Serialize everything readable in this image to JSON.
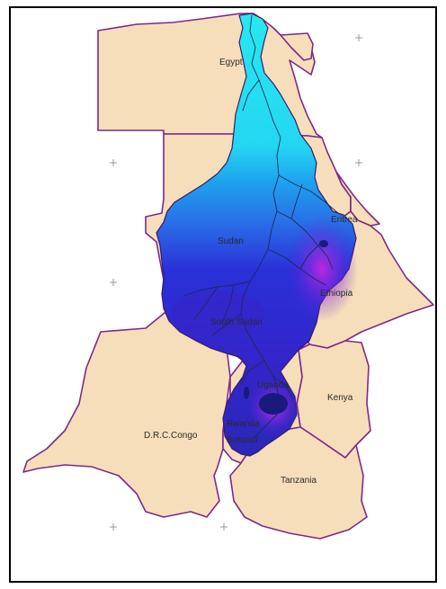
{
  "map": {
    "countries": [
      {
        "id": "egypt",
        "name": "Egypt"
      },
      {
        "id": "sudan",
        "name": "Sudan"
      },
      {
        "id": "south-sudan",
        "name": "South Sudan"
      },
      {
        "id": "eritrea",
        "name": "Eritrea"
      },
      {
        "id": "ethiopia",
        "name": "Ethiopia"
      },
      {
        "id": "kenya",
        "name": "Kenya"
      },
      {
        "id": "uganda",
        "name": "Uganda"
      },
      {
        "id": "rwanda",
        "name": "Rwanda"
      },
      {
        "id": "burundi",
        "name": "Burundi"
      },
      {
        "id": "drc",
        "name": "D.R.C.Congo"
      },
      {
        "id": "tanzania",
        "name": "Tanzania"
      }
    ],
    "colors": {
      "land": "#f7deba",
      "border": "#7a2a8a",
      "basin_north": "#28e8f0",
      "basin_mid": "#1ea3ee",
      "basin_south": "#2a30d8",
      "basin_highland": "#b020d8",
      "river": "#1d2a5a",
      "background": "#ffffff"
    },
    "legend_caption": ""
  }
}
